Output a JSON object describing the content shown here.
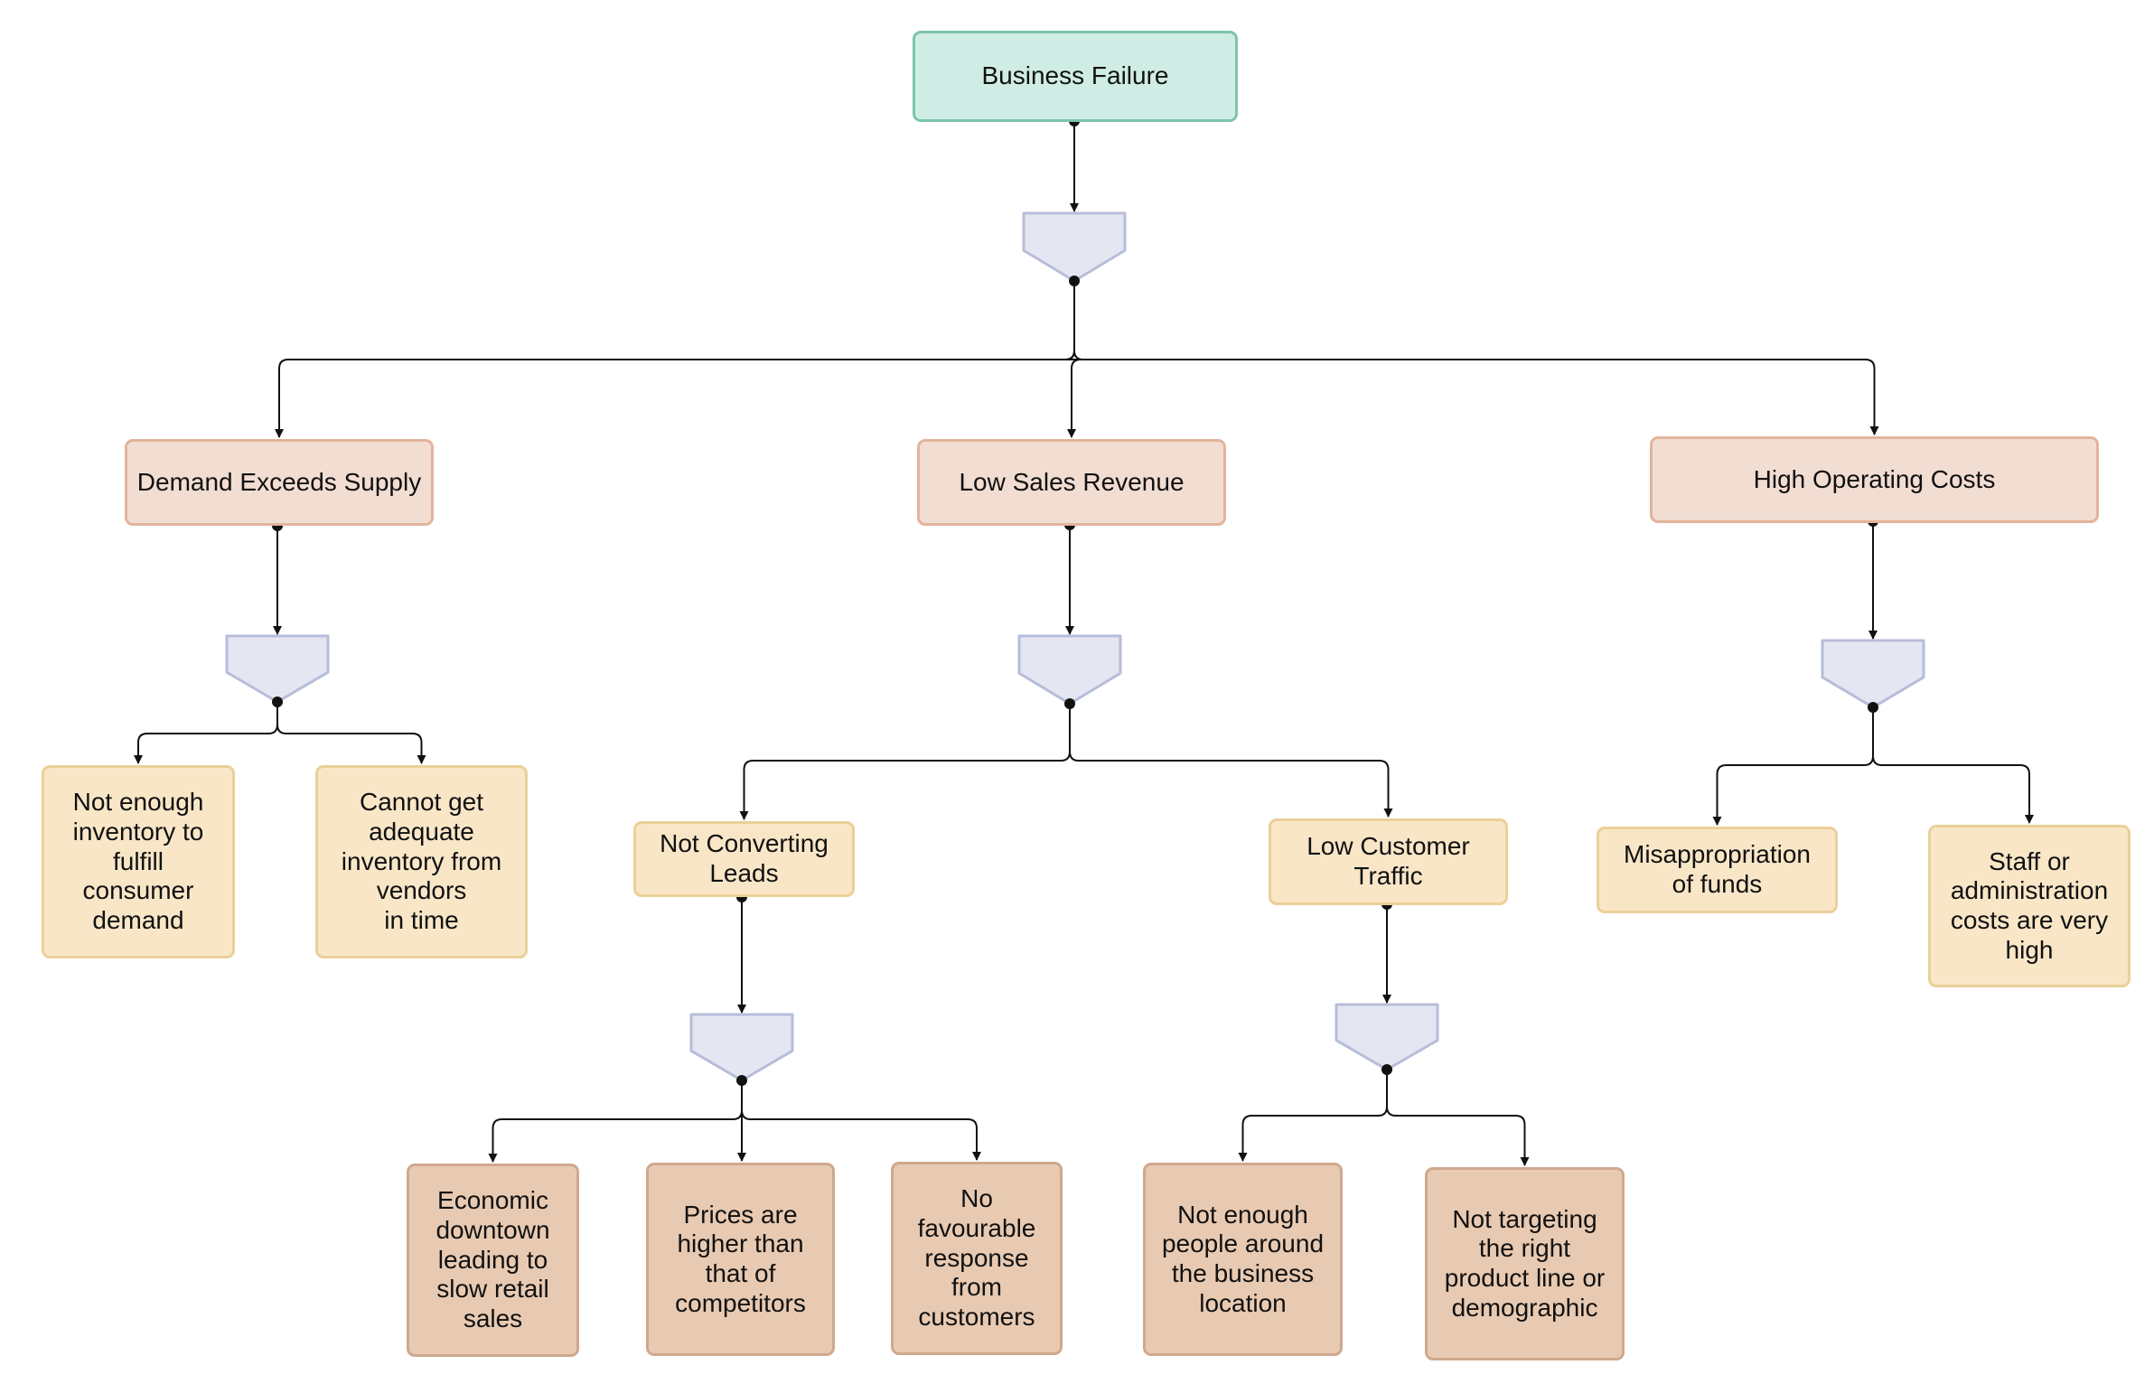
{
  "diagram": {
    "colors": {
      "root_fill": "#cfede5",
      "root_border": "#7cc4ad",
      "level1_fill": "#f2ddd2",
      "level2_fill": "#f8e6c7",
      "level3_fill": "#e8cab2",
      "gate_fill": "#e4e7f2",
      "gate_border": "#b7bdd9",
      "connector": "#111111"
    },
    "gate_shape": "pentagon-down",
    "nodes": {
      "business_failure": "Business Failure",
      "demand_exceeds_supply": "Demand Exceeds Supply",
      "low_sales_revenue": "Low Sales Revenue",
      "high_operating_costs": "High Operating Costs",
      "not_enough_inventory": "Not enough\ninventory to\nfulfill\nconsumer\ndemand",
      "cannot_get_inventory": "Cannot get\nadequate\ninventory from\nvendors\nin time",
      "not_converting_leads": "Not Converting\nLeads",
      "low_customer_traffic": "Low Customer\nTraffic",
      "misappropriation": "Misappropriation\nof funds",
      "staff_costs": "Staff or\nadministration\ncosts are very\nhigh",
      "economic_downtown": "Economic\ndowntown\nleading to\nslow retail\nsales",
      "prices_higher": "Prices are\nhigher than\nthat of\ncompetitors",
      "no_favourable_response": "No\nfavourable\nresponse\nfrom\ncustomers",
      "not_enough_people": "Not enough\npeople around\nthe business\nlocation",
      "not_targeting": "Not targeting\nthe right\nproduct line or\ndemographic"
    },
    "edges": [
      {
        "from": "business_failure",
        "to": [
          "demand_exceeds_supply",
          "low_sales_revenue",
          "high_operating_costs"
        ]
      },
      {
        "from": "demand_exceeds_supply",
        "to": [
          "not_enough_inventory",
          "cannot_get_inventory"
        ]
      },
      {
        "from": "low_sales_revenue",
        "to": [
          "not_converting_leads",
          "low_customer_traffic"
        ]
      },
      {
        "from": "high_operating_costs",
        "to": [
          "misappropriation",
          "staff_costs"
        ]
      },
      {
        "from": "not_converting_leads",
        "to": [
          "economic_downtown",
          "prices_higher",
          "no_favourable_response"
        ]
      },
      {
        "from": "low_customer_traffic",
        "to": [
          "not_enough_people",
          "not_targeting"
        ]
      }
    ]
  }
}
